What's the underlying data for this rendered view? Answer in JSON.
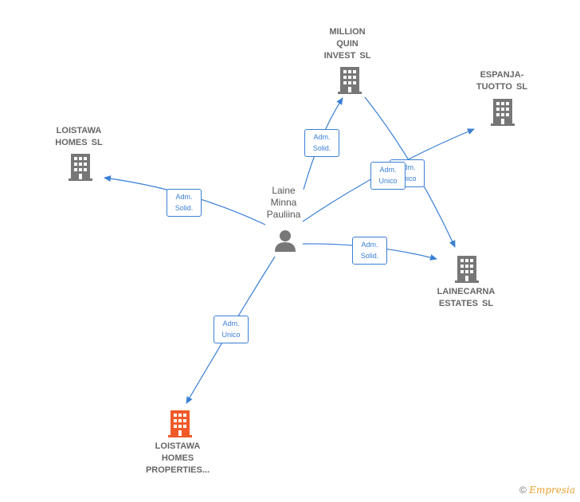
{
  "diagram": {
    "person": {
      "name": "Laine\nMinna\nPauliina",
      "icon": "person-icon"
    },
    "companies": [
      {
        "id": "million",
        "name": "MILLION\nQUIN\nINVEST  SL",
        "icon": "building-icon",
        "color": "#777777"
      },
      {
        "id": "espanja",
        "name": "ESPANJA-\nTUOTTO  SL",
        "icon": "building-icon",
        "color": "#777777"
      },
      {
        "id": "loistawa",
        "name": "LOISTAWA\nHOMES  SL",
        "icon": "building-icon",
        "color": "#777777"
      },
      {
        "id": "lainecarna",
        "name": "LAINECARNA\nESTATES  SL",
        "icon": "building-icon",
        "color": "#777777"
      },
      {
        "id": "loistawa_props",
        "name": "LOISTAWA\nHOMES\nPROPERTIES...",
        "icon": "building-icon",
        "color": "#f05a28"
      }
    ],
    "relations": [
      {
        "id": "r_million",
        "label": "Adm.\nSolid."
      },
      {
        "id": "r_espanja",
        "label": "Adm.\nUnico"
      },
      {
        "id": "r_million_lainecarna",
        "label": "Adm.\nUnico"
      },
      {
        "id": "r_loistawa",
        "label": "Adm.\nSolid."
      },
      {
        "id": "r_lainecarna",
        "label": "Adm.\nSolid."
      },
      {
        "id": "r_props",
        "label": "Adm.\nUnico"
      }
    ],
    "line_color": "#3a7fd5"
  },
  "footer": {
    "copyright": "©",
    "brand": "Empresia"
  }
}
